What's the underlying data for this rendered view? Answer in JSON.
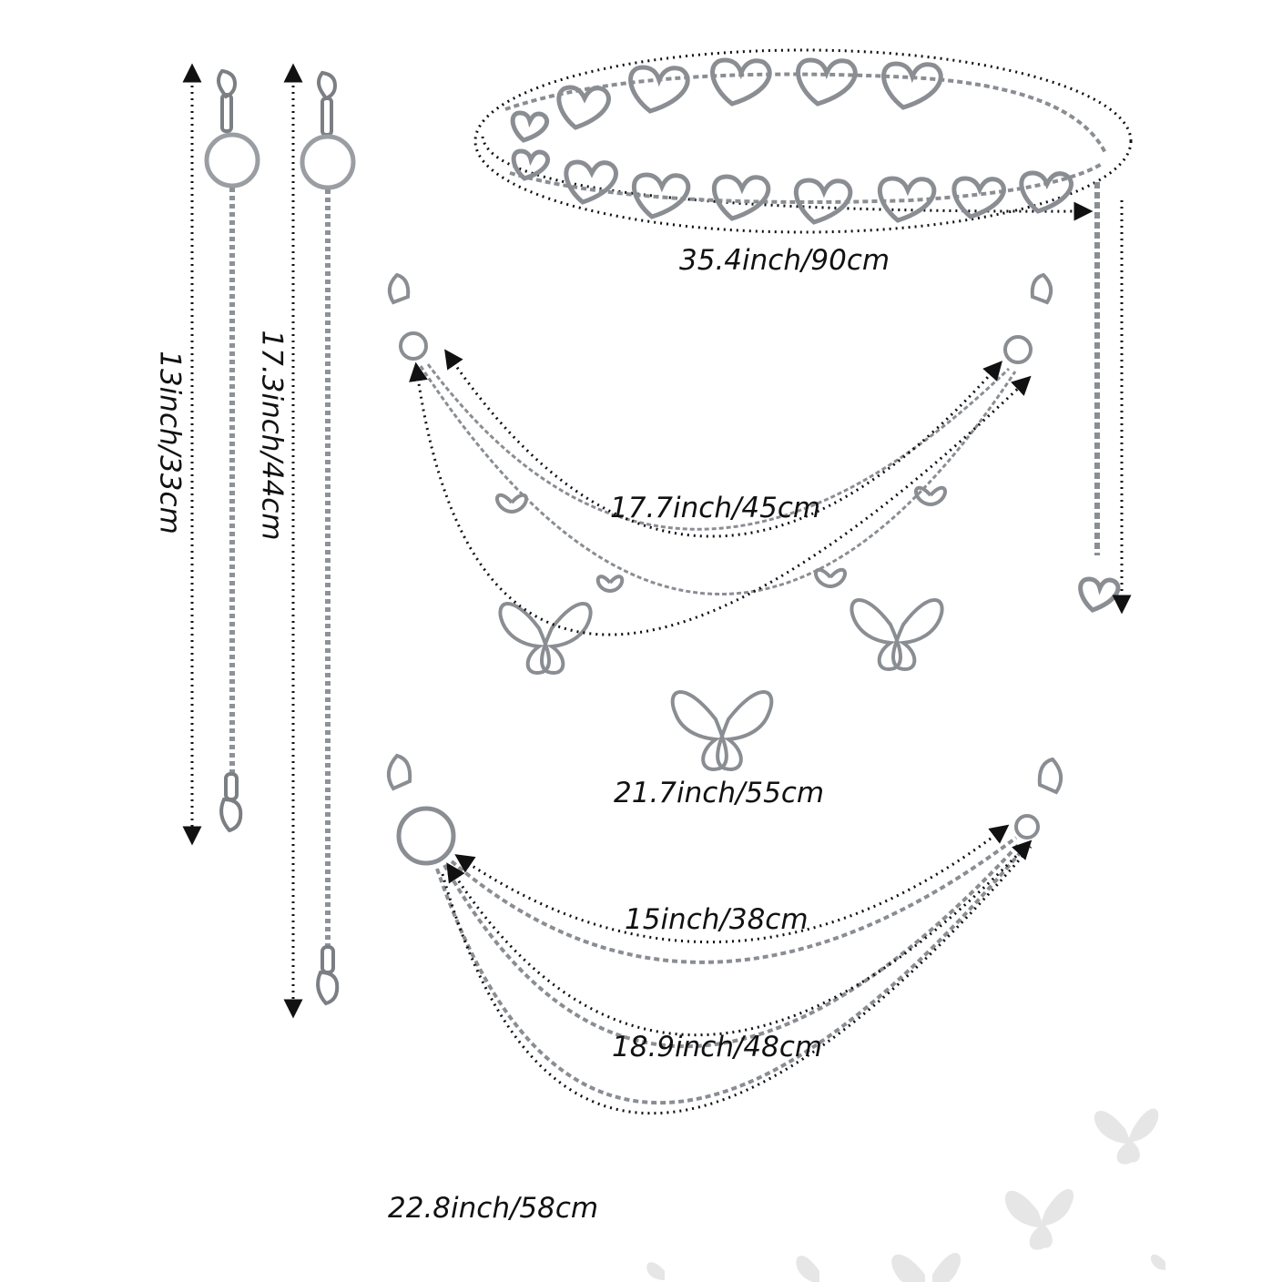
{
  "product": {
    "items": [
      {
        "id": "keychain-short",
        "measurement": "13inch/33cm"
      },
      {
        "id": "keychain-long",
        "measurement": "17.3inch/44cm"
      },
      {
        "id": "heart-waist-chain",
        "measurement": "35.4inch/90cm"
      },
      {
        "id": "butterfly-chain-inner",
        "measurement": "17.7inch/45cm"
      },
      {
        "id": "butterfly-chain-outer",
        "measurement": "21.7inch/55cm"
      },
      {
        "id": "triple-chain-top",
        "measurement": "15inch/38cm"
      },
      {
        "id": "triple-chain-middle",
        "measurement": "18.9inch/48cm"
      },
      {
        "id": "triple-chain-bottom",
        "measurement": "22.8inch/58cm"
      }
    ]
  },
  "colors": {
    "metal": "#b9bcc0",
    "metal_dark": "#6f7378",
    "dots": "#111111",
    "watermark": "#e6e6e6"
  }
}
